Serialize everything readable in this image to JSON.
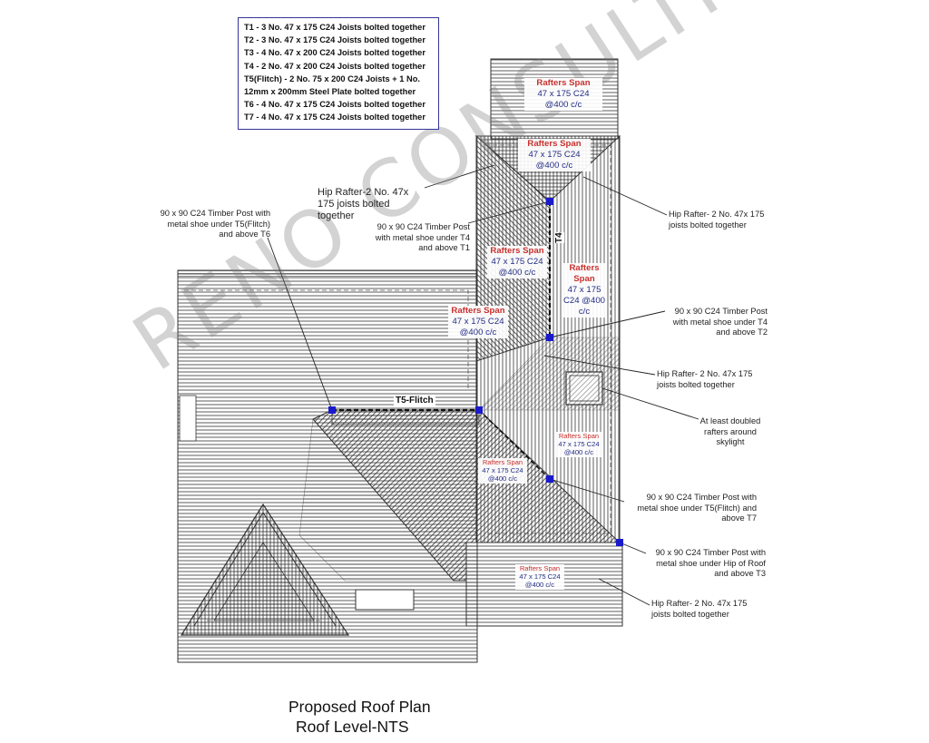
{
  "key": {
    "lines": [
      "T1 - 3 No. 47 x 175 C24  Joists bolted together",
      "T2 - 3 No. 47 x 175 C24  Joists bolted together",
      "T3 - 4 No. 47 x 200 C24  Joists bolted together",
      "T4 - 2 No. 47 x 200 C24  Joists bolted together",
      "T5(Flitch) - 2 No. 75 x 200 C24 Joists + 1 No.",
      "12mm x 200mm Steel Plate bolted together",
      "T6 - 4 No. 47 x 175 C24 Joists bolted together",
      "T7 - 4 No. 47 x 175 C24 Joists bolted together"
    ]
  },
  "annotations": {
    "hip_top_left": [
      "Hip Rafter-2 No. 47x",
      "175 joists bolted",
      "together"
    ],
    "post_t5_t6": [
      "90 x 90 C24 Timber Post with",
      "metal shoe under T5(Flitch)",
      "and above T6"
    ],
    "post_t4_t1": [
      "90 x 90 C24 Timber Post",
      "with metal shoe under T4",
      "and above T1"
    ],
    "hip_right_1": [
      "Hip Rafter- 2 No. 47x 175",
      "joists bolted together"
    ],
    "post_t4_t2": [
      "90 x 90 C24 Timber Post",
      "with metal shoe under T4",
      "and above T2"
    ],
    "hip_right_2": [
      "Hip Rafter- 2 No. 47x 175",
      "joists bolted together"
    ],
    "skylight": [
      "At least doubled",
      "rafters around",
      "skylight"
    ],
    "post_t5_t7": [
      "90 x 90 C24 Timber Post with",
      "metal shoe under T5(Flitch) and",
      "above T7"
    ],
    "post_hip_t3": [
      "90 x 90 C24  Timber Post with",
      "metal shoe under Hip of Roof",
      "and above T3"
    ],
    "hip_right_3": [
      "Hip Rafter- 2 No. 47x 175",
      "joists bolted together"
    ]
  },
  "spans": {
    "s1": {
      "a": "Rafters Span",
      "b1": "47 x 175 C24",
      "b2": "@400 c/c"
    },
    "s2": {
      "a": "Rafters Span",
      "b1": "47 x 175 C24",
      "b2": "@400 c/c"
    },
    "s3": {
      "a": "Rafters Span",
      "b1": "47 x 175 C24",
      "b2": "@400 c/c"
    },
    "s4": {
      "a1": "Rafters",
      "a2": "Span",
      "b1": "47 x 175",
      "b2": "C24 @400",
      "b3": "c/c"
    },
    "s5": {
      "a": "Rafters Span",
      "b1": "47 x 175 C24",
      "b2": "@400 c/c"
    },
    "s6": {
      "a": "Rafters Span",
      "b1": "47 x 175 C24",
      "b2": "@400 c/c"
    },
    "s7": {
      "a": "Rafters Span",
      "b1": "47 x 175 C24",
      "b2": "@400 c/c"
    },
    "s8": {
      "a": "Rafters Span",
      "b1": "47 x 175 C24",
      "b2": "@400 c/c"
    }
  },
  "beam_labels": {
    "t5": "T5-Flitch",
    "t4": "T4"
  },
  "watermark": "RENO CONSULTING LTD",
  "title": {
    "line1": "Proposed Roof Plan",
    "line2": "Roof Level-NTS"
  },
  "colors": {
    "post": "#1a1acc",
    "span_heading": "#c8302d",
    "span_text": "#222c84",
    "hatch": "#333333"
  }
}
